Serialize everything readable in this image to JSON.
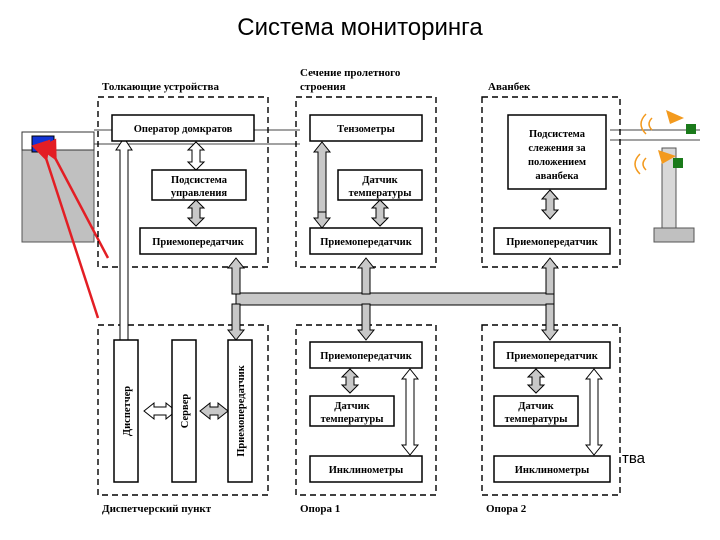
{
  "title": "Система мониторинга",
  "groups": {
    "pushers": "Толкающие устройства",
    "span_section_line1": "Сечение пролетного",
    "span_section_line2": "строения",
    "avanbek": "Аванбек",
    "dispatch": "Диспетчерский пункт",
    "support1": "Опора 1",
    "support2": "Опора 2"
  },
  "blocks": {
    "jack_operator": "Оператор домкратов",
    "control_line1": "Подсистема",
    "control_line2": "управления",
    "transceiver": "Приемопередатчик",
    "tensometers": "Тензометры",
    "temp_line1": "Датчик",
    "temp_line2": "температуры",
    "tracking_line1": "Подсистема",
    "tracking_line2": "слежения за",
    "tracking_line3": "положением",
    "tracking_line4": "аванбека",
    "inclinometers": "Инклинометры",
    "dispatcher": "Диспетчер",
    "server": "Сервер"
  },
  "fragment_text": "тва",
  "colors": {
    "laser": "#e31e24",
    "emitter": "#f39a1e",
    "sensor_green": "#1a7a1a",
    "device_blue": "#1234d6",
    "arrow_fill": "#c8c8c8",
    "base_gray": "#c0c0c0"
  }
}
